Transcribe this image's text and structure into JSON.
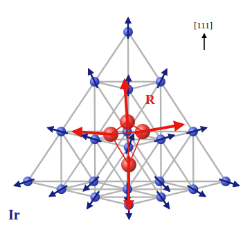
{
  "diagram": {
    "labels": [
      "[111]",
      "R",
      "Ir"
    ]
  }
}
